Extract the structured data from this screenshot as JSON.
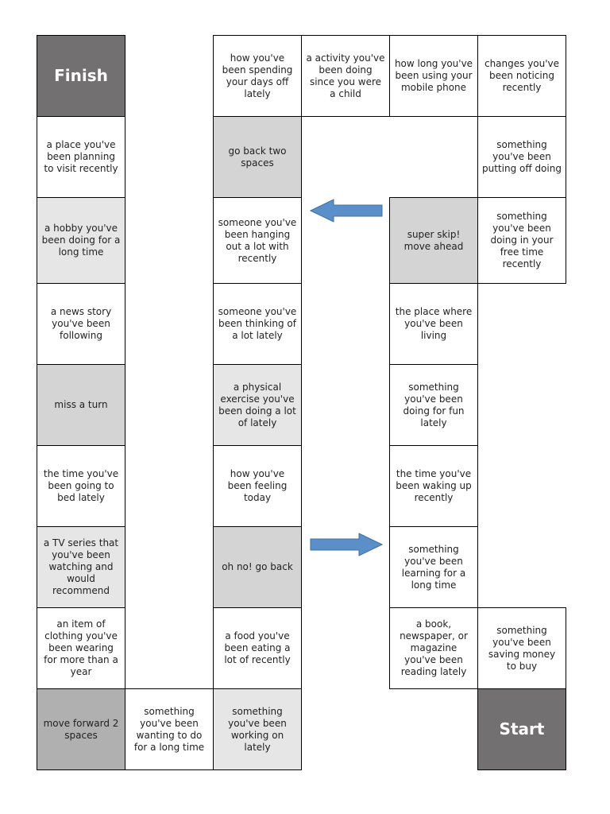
{
  "board": {
    "finish_label": "Finish",
    "start_label": "Start",
    "squares": {
      "c1_r2": "a place you've been planning to visit recently",
      "c1_r3": "a hobby you've been doing for a long time",
      "c1_r4": "a news story you've been following",
      "c1_r5": "miss a turn",
      "c1_r6": "the time you've been going to bed lately",
      "c1_r7": "a TV series that you've been watching and would recommend",
      "c1_r8": "an item of clothing you've been wearing for more than a year",
      "c1_r9": "move forward 2 spaces",
      "c2_r9": "something you've been wanting to do for a long time",
      "c3_r1": "how you've been spending your days off lately",
      "c3_r2": "go back two spaces",
      "c3_r3": "someone you've been hanging out a lot with recently",
      "c3_r4": "someone you've been thinking of a lot lately",
      "c3_r5": "a physical exercise you've been doing a lot of lately",
      "c3_r6": "how you've been feeling today",
      "c3_r7": "oh no! go back",
      "c3_r8": "a food you've been eating a lot of recently",
      "c3_r9": "something you've been working on lately",
      "c4_r1": "a activity you've been doing since you were a child",
      "c5_r1": "how long you've been using your mobile phone",
      "c5_r3": "super skip! move ahead",
      "c5_r4": "the place where you've been living",
      "c5_r5": "something you've been doing for fun lately",
      "c5_r6": "the time you've been waking up recently",
      "c5_r7": "something you've been learning for a long time",
      "c5_r8": "a book, newspaper, or magazine you've been reading lately",
      "c6_r1": "changes you've been noticing recently",
      "c6_r2": "something you've been putting off doing",
      "c6_r3": "something you've been doing in your free time recently",
      "c6_r8": "something you've been saving money to buy"
    },
    "arrows": [
      {
        "name": "left-arrow",
        "direction": "left"
      },
      {
        "name": "right-arrow",
        "direction": "right"
      }
    ],
    "colors": {
      "endpoint": "#727070",
      "shade_light": "#e6e6e6",
      "shade_mid": "#d4d4d4",
      "shade_dark": "#b0b0b0",
      "arrow": "#5b8fca"
    }
  }
}
